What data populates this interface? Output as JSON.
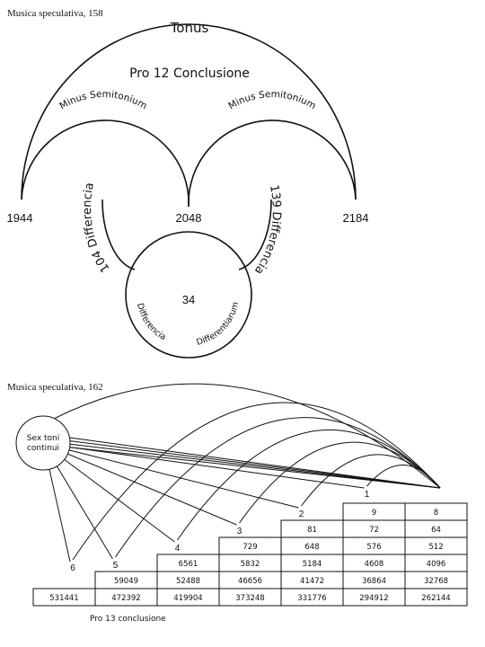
{
  "figure1": {
    "caption": "Musica speculativa, 158",
    "tonus": "Tonus",
    "conclusion": "Pro 12 Conclusione",
    "minus_left": "Minus Semitonium",
    "minus_right": "Minus Semitonium",
    "left_value": "1944",
    "middle_value": "2048",
    "right_value": "2184",
    "left_diff": "104 Differencia",
    "right_diff": "139 Differencia",
    "circle_value": "34",
    "circle_left": "Differencia",
    "circle_right": "Differentiarum"
  },
  "figure2": {
    "caption": "Musica speculativa, 162",
    "circle_line1": "Sex toni",
    "circle_line2": "continui",
    "step_labels": [
      "1",
      "2",
      "3",
      "4",
      "5",
      "6"
    ],
    "rows": [
      [
        "9",
        "8"
      ],
      [
        "81",
        "72",
        "64"
      ],
      [
        "729",
        "648",
        "576",
        "512"
      ],
      [
        "6561",
        "5832",
        "5184",
        "4608",
        "4096"
      ],
      [
        "59049",
        "52488",
        "46656",
        "41472",
        "36864",
        "32768"
      ],
      [
        "531441",
        "472392",
        "419904",
        "373248",
        "331776",
        "294912",
        "262144"
      ]
    ],
    "conclusion": "Pro 13 conclusione"
  }
}
